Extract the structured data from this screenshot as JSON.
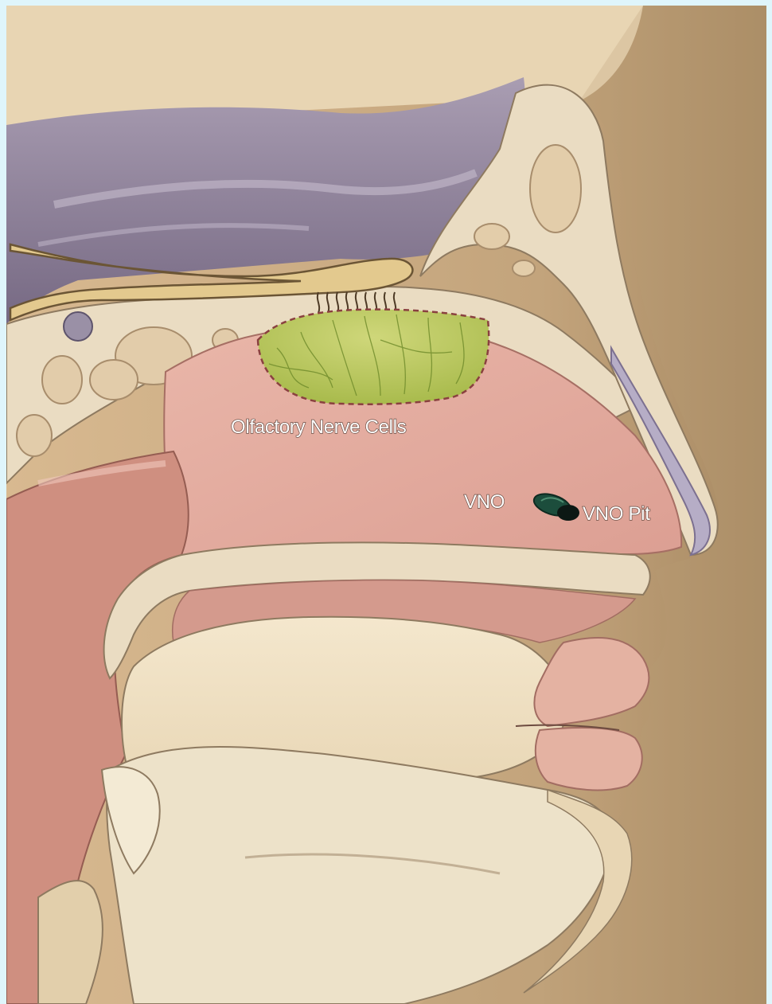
{
  "illustration": {
    "labels": {
      "olfactory": "Olfactory Nerve Cells",
      "vno": "VNO",
      "vno_pit": "VNO Pit"
    }
  },
  "colors": {
    "page_background": "#dff5fb",
    "skin": "#e7d4b4",
    "brain": "#8c7f9a",
    "bone": "#eadcc2",
    "mucosa": "#e0a49a",
    "olfactory_region": "#b9c95a",
    "vno": "#1c4d3c",
    "backdrop": "#b99b72"
  }
}
